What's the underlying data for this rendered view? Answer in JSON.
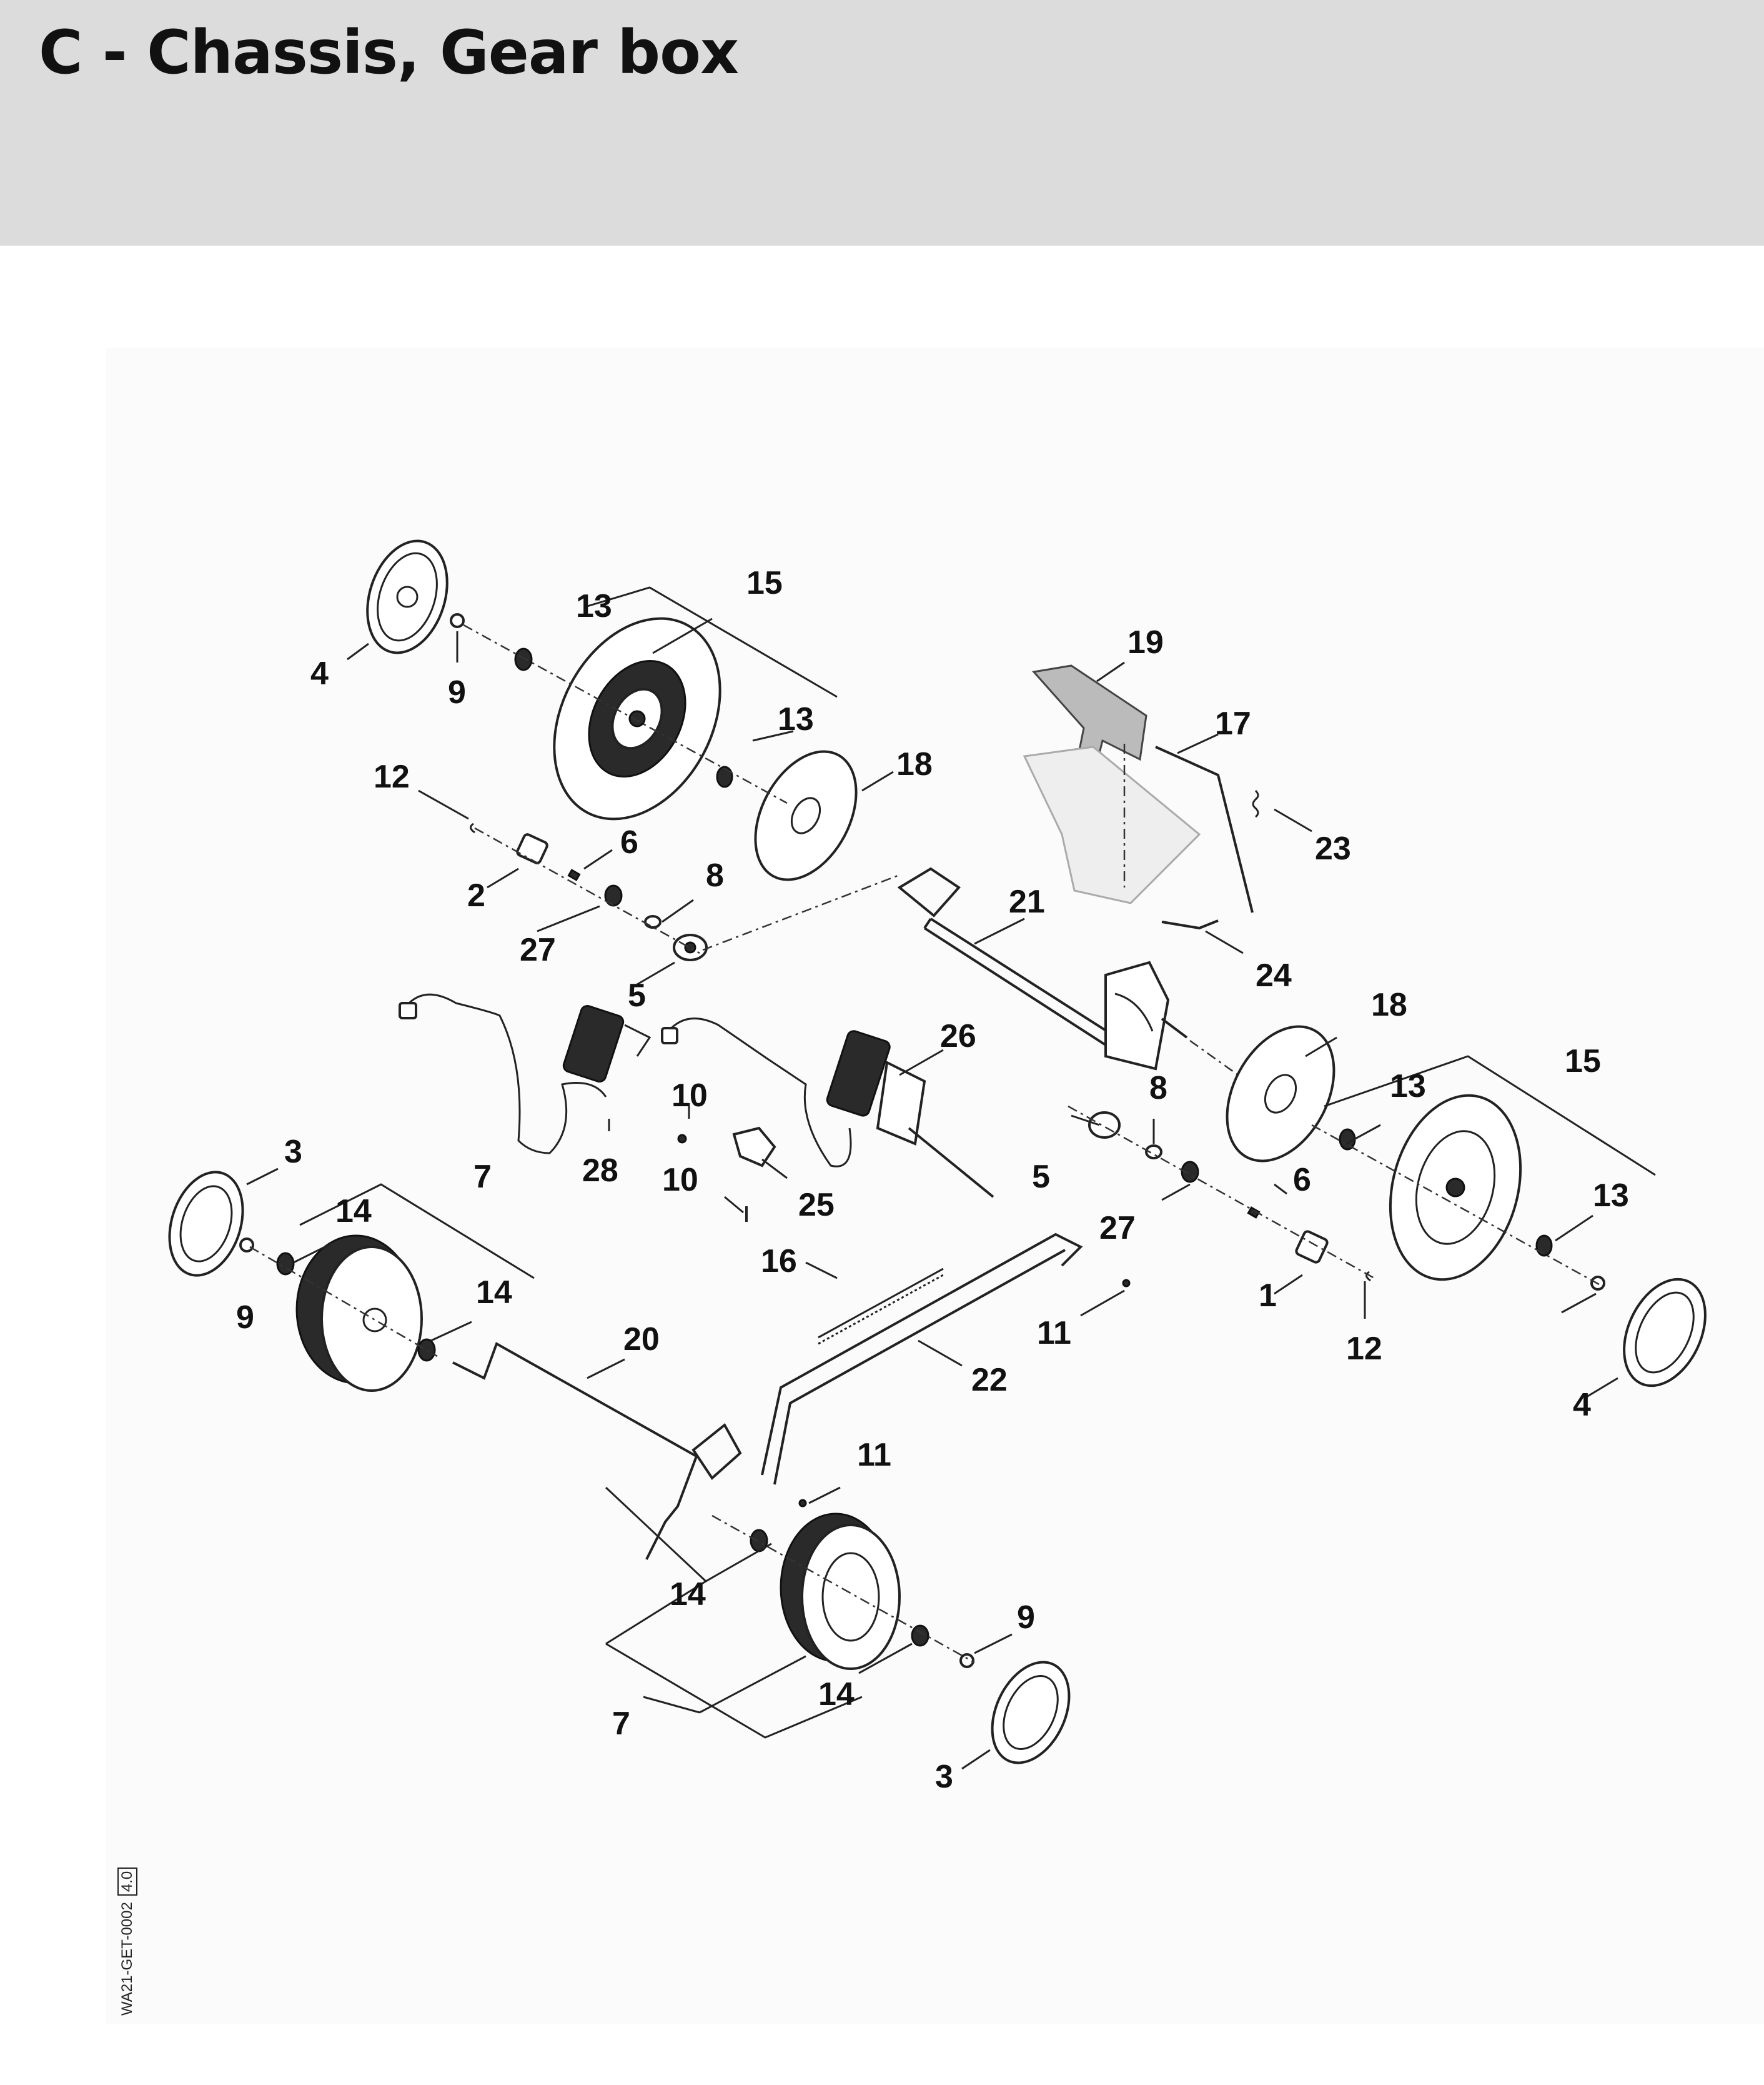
{
  "header": {
    "title": "C - Chassis, Gear box"
  },
  "diagram": {
    "drawing_code": "WA21-GET-0002",
    "drawing_code_box": "4.0",
    "callouts": [
      "15",
      "13",
      "4",
      "9",
      "19",
      "13",
      "17",
      "12",
      "18",
      "23",
      "6",
      "2",
      "8",
      "27",
      "21",
      "24",
      "5",
      "18",
      "26",
      "15",
      "13",
      "8",
      "10",
      "28",
      "3",
      "7",
      "5",
      "14",
      "25",
      "10",
      "6",
      "13",
      "27",
      "16",
      "14",
      "1",
      "9",
      "12",
      "11",
      "20",
      "22",
      "4",
      "11",
      "14",
      "9",
      "14",
      "7",
      "3"
    ]
  }
}
